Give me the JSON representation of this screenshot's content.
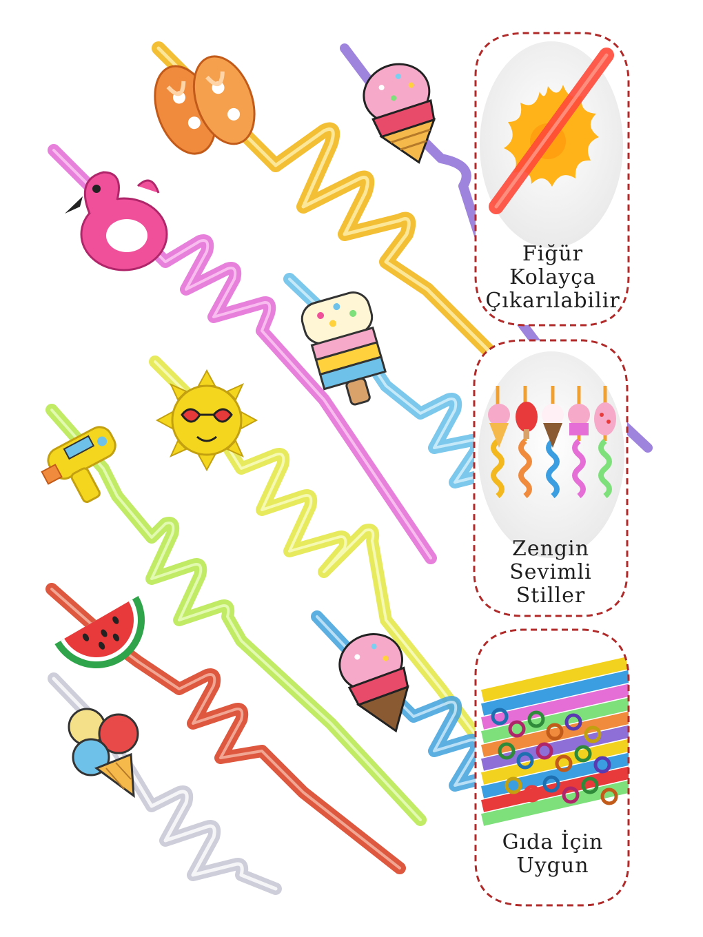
{
  "features": [
    {
      "name": "easy-removal",
      "lines": [
        "Fiğür",
        "Kolayça",
        "Çıkarılabilir"
      ],
      "icon": "sun-figure-on-straw"
    },
    {
      "name": "cute-styles",
      "lines": [
        "Zengin",
        "Sevimli",
        "Stiller"
      ],
      "icon": "ice-cream-straw-row"
    },
    {
      "name": "food-safe",
      "lines": [
        "Gıda İçin",
        "Uygun"
      ],
      "icon": "straw-bundle"
    }
  ],
  "colors": {
    "badge_border": "#b02a2a",
    "straw_yellow": "#f2b81e",
    "straw_pink": "#e46ed6",
    "straw_blue": "#6ec2ea",
    "straw_green": "#cde84a",
    "straw_red": "#d9462a",
    "straw_clear": "#c9c9d6",
    "straw_purple": "#8e6fd8"
  }
}
